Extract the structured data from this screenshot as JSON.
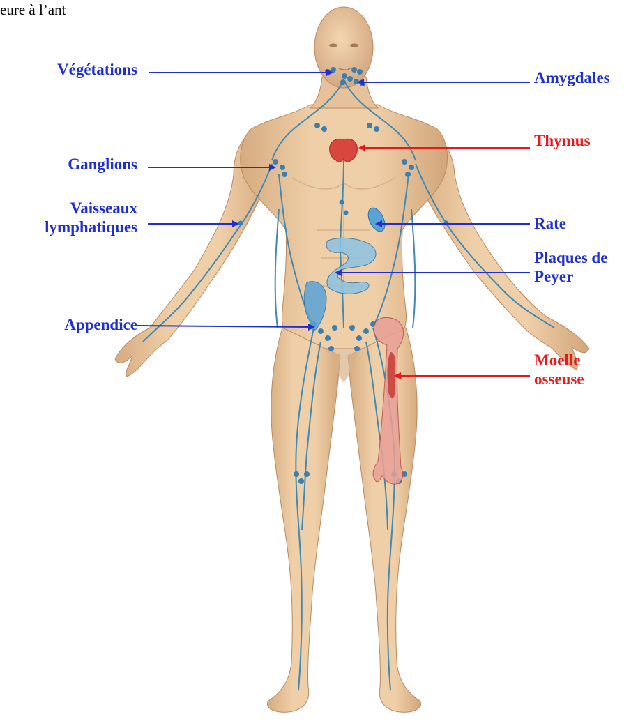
{
  "header_text": "eure à l’ant",
  "colors": {
    "lymphatic_label": "#1f2fd1",
    "primary_organ_label": "#e8191a",
    "skin": "#e8c29a",
    "skin_shadow": "#c99d74",
    "vessel": "#3f89b4",
    "lymph_organ": "#5aa3d6",
    "red_organ": "#d9463e"
  },
  "labels": {
    "vegetations": "Végétations",
    "amygdales": "Amygdales",
    "thymus": "Thymus",
    "ganglions": "Ganglions",
    "vaisseaux_line1": "Vaisseaux",
    "vaisseaux_line2": "lymphatiques",
    "rate": "Rate",
    "plaques_line1": "Plaques de",
    "plaques_line2": "Peyer",
    "appendice": "Appendice",
    "moelle_line1": "Moelle",
    "moelle_line2": "osseuse"
  }
}
